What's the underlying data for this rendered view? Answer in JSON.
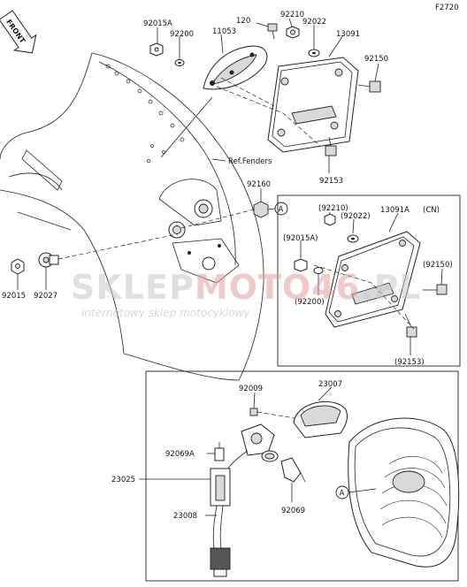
{
  "figure_code": "F2720",
  "front_label": "FRONT",
  "ref_fenders": "Ref.Fenders",
  "callout_A": "A",
  "cn_label": "(CN)",
  "labels": {
    "p120": "120",
    "p92210": "92210",
    "p92015A": "92015A",
    "p92200": "92200",
    "p11053": "11053",
    "p92022": "92022",
    "p13091": "13091",
    "p92150": "92150",
    "p92153": "92153",
    "p92160": "92160",
    "p92015": "92015",
    "p92027": "92027",
    "cn92210": "(92210)",
    "cn92022": "(92022)",
    "cn13091A": "13091A",
    "cn92015A": "(92015A)",
    "cn92150": "(92150)",
    "cn92200": "(92200)",
    "cn92153": "(92153)",
    "p92009": "92009",
    "p23007": "23007",
    "p92069A": "92069A",
    "p23025": "23025",
    "p23008": "23008",
    "p92069": "92069"
  },
  "watermark": {
    "brand_a": "SKLEP",
    "brand_b": "MOTO",
    "brand_c": "46",
    "brand_d": ".PL",
    "tagline": "internetowy sklep motocyklowy"
  }
}
